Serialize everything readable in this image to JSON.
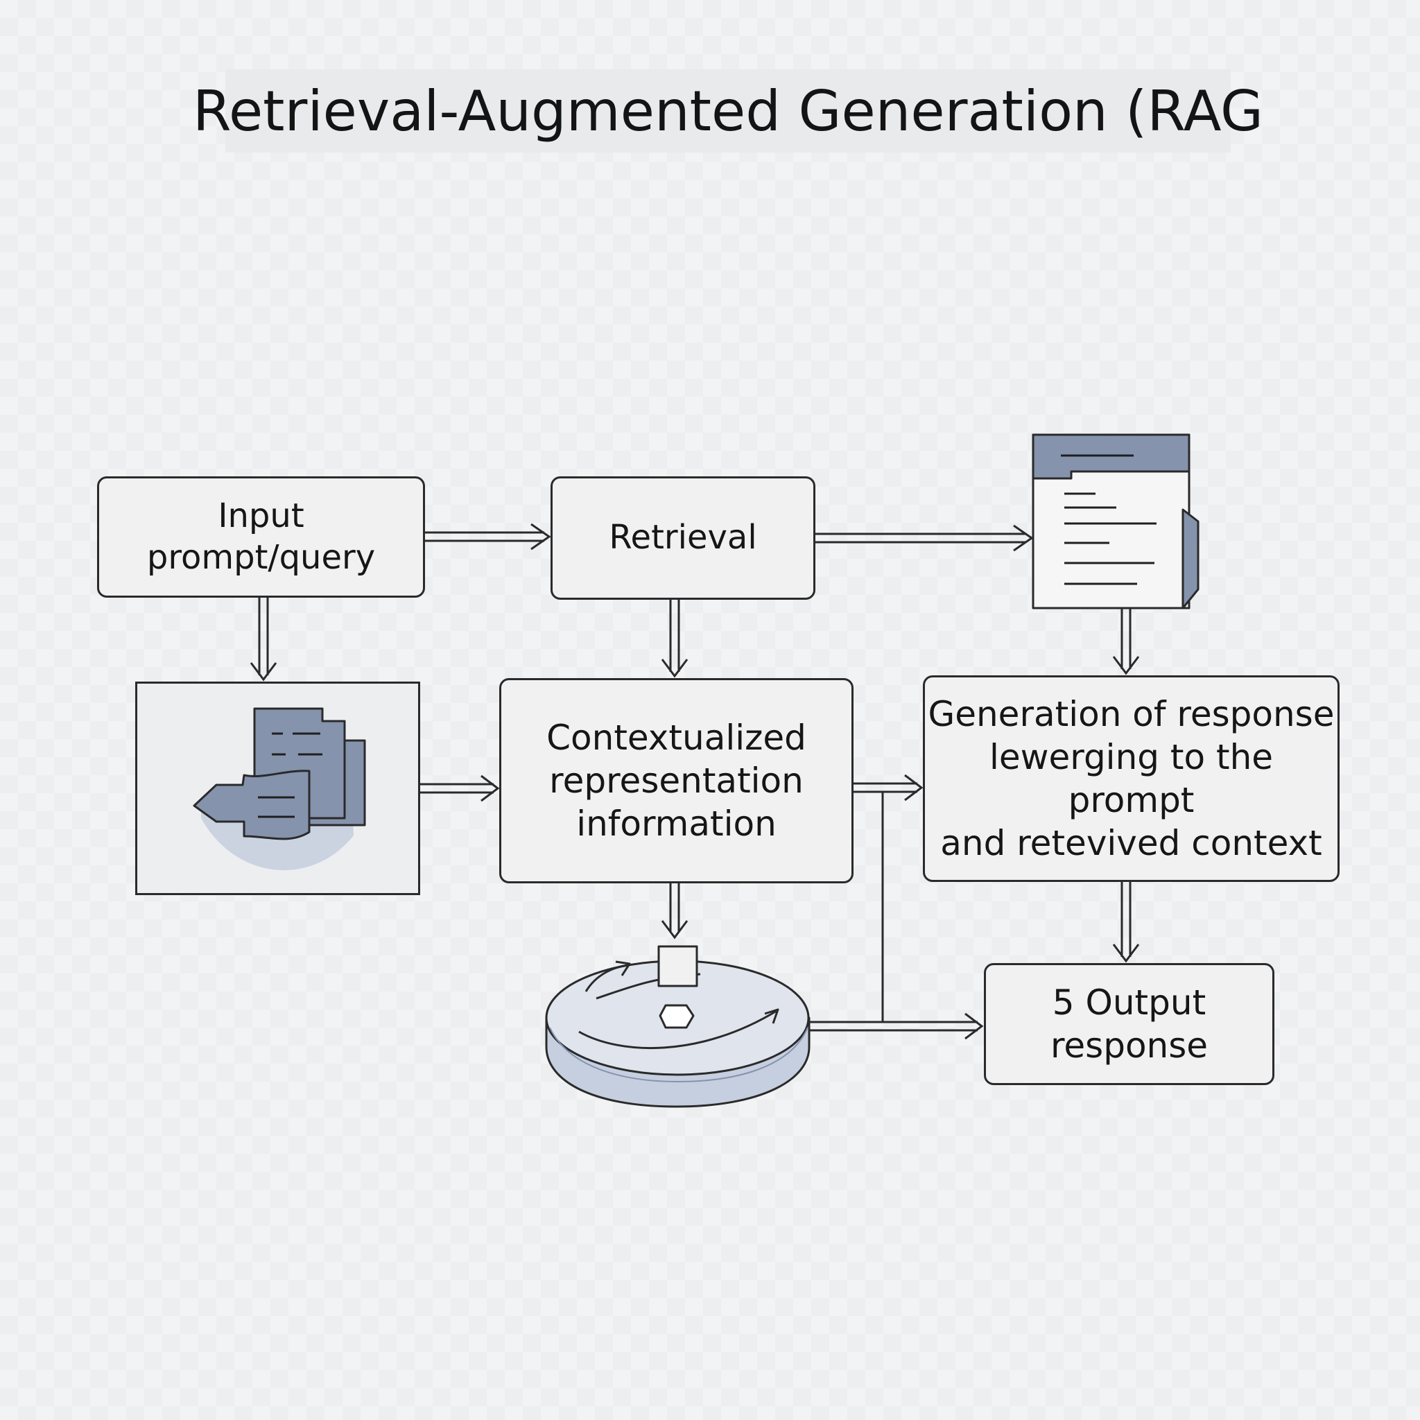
{
  "title": "Retrieval-Augmented Generation (RAG",
  "colors": {
    "accent_fill": "#8593ad",
    "accent_light": "#c6cfdf",
    "stroke": "#2a2a2a",
    "box_fill": "#f1f1f2"
  },
  "nodes": {
    "input": {
      "label": "Input prompt/query"
    },
    "retrieval": {
      "label": "Retrieval"
    },
    "documents_icon": {
      "icon": "documents-icon"
    },
    "document_store_icon": {
      "icon": "retrieved-document-icon"
    },
    "contextualized": {
      "label": "Contextualized\nrepresentation\ninformation"
    },
    "generation": {
      "label": "Generation of response\nlewerging to the prompt\nand retevived context"
    },
    "vector_db_icon": {
      "icon": "vector-database-icon"
    },
    "output": {
      "label": "5 Output\nresponse"
    }
  }
}
